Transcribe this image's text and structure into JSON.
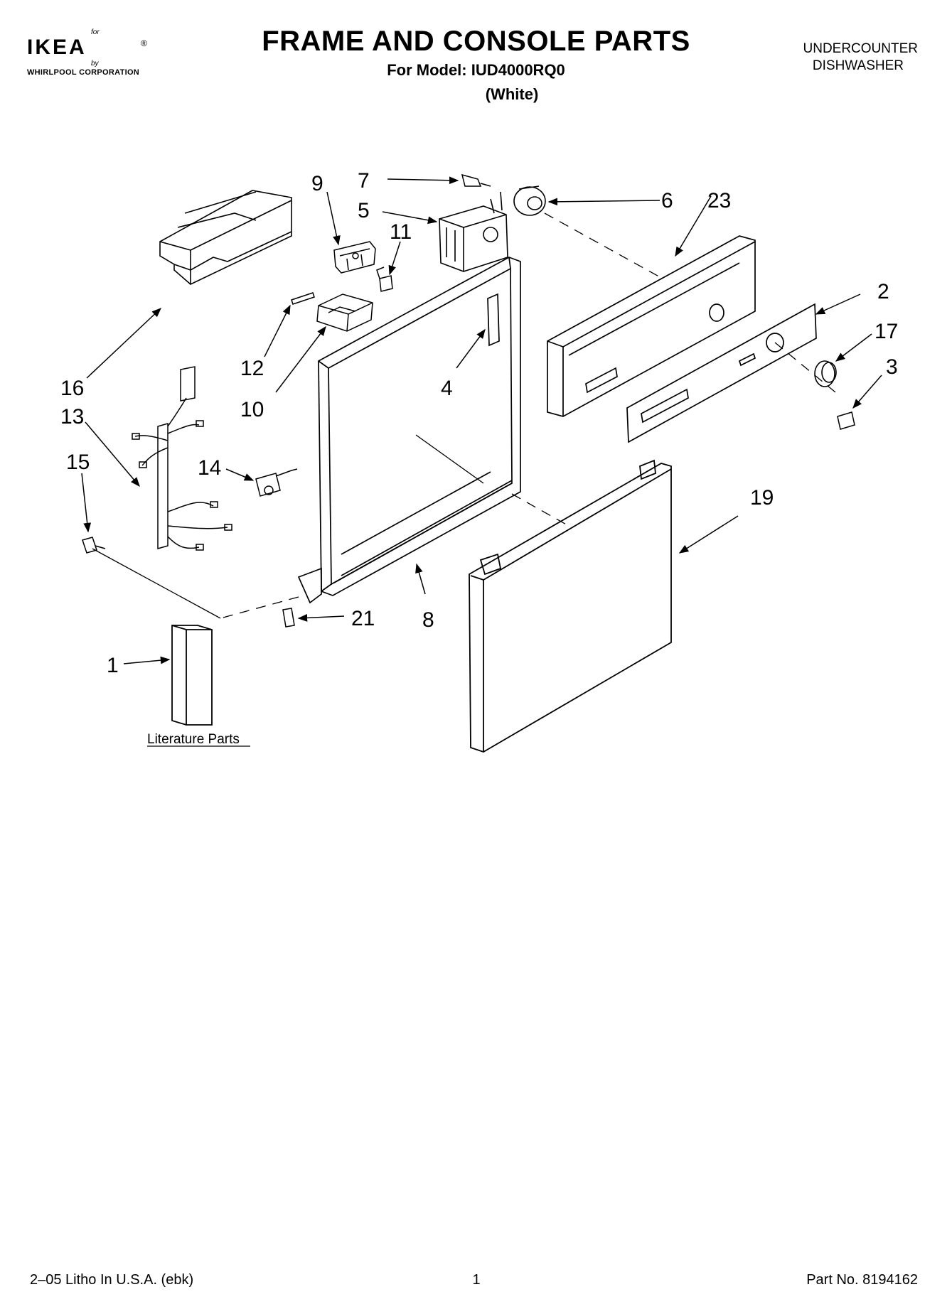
{
  "header": {
    "logo_for": "for",
    "logo_brand": "IKEA",
    "logo_registered": "®",
    "logo_by": "by",
    "logo_corporation": "WHIRLPOOL CORPORATION",
    "title": "FRAME AND CONSOLE PARTS",
    "model": "For Model: IUD4000RQ0",
    "color": "(White)",
    "appliance_line1": "UNDERCOUNTER",
    "appliance_line2": "DISHWASHER"
  },
  "callouts": {
    "c1": "1",
    "c2": "2",
    "c3": "3",
    "c4": "4",
    "c5": "5",
    "c6": "6",
    "c7": "7",
    "c8": "8",
    "c9": "9",
    "c10": "10",
    "c11": "11",
    "c12": "12",
    "c13": "13",
    "c14": "14",
    "c15": "15",
    "c16": "16",
    "c17": "17",
    "c19": "19",
    "c21": "21",
    "c23": "23"
  },
  "literature_label": "Literature Parts",
  "footer": {
    "litho": "2–05 Litho In U.S.A. (ebk)",
    "page_number": "1",
    "part_number": "Part No. 8194162"
  }
}
